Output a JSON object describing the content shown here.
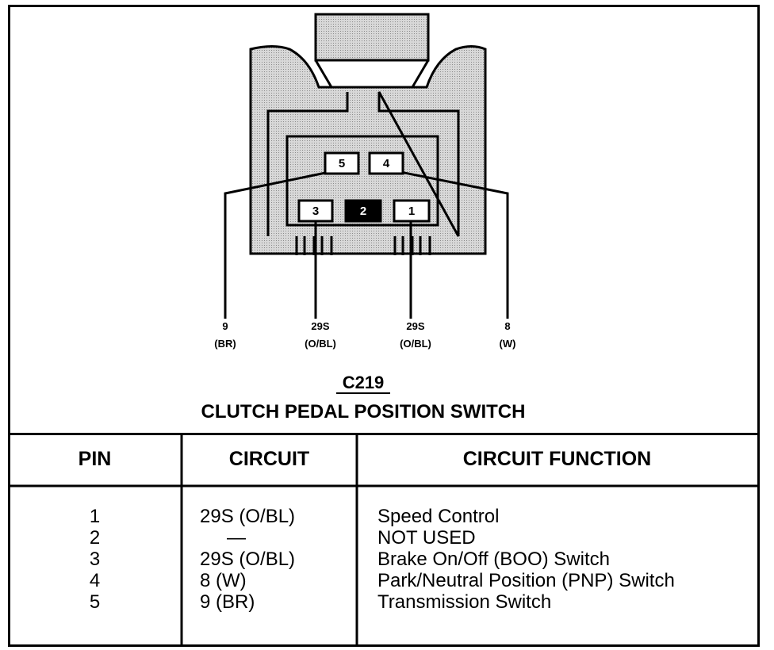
{
  "connector": {
    "id": "C219",
    "title": "CLUTCH PEDAL POSITION SWITCH",
    "pins": [
      {
        "label": "5"
      },
      {
        "label": "4"
      },
      {
        "label": "3"
      },
      {
        "label": "2"
      },
      {
        "label": "1"
      }
    ],
    "wires": [
      {
        "circuit": "9",
        "color": "(BR)"
      },
      {
        "circuit": "29S",
        "color": "(O/BL)"
      },
      {
        "circuit": "29S",
        "color": "(O/BL)"
      },
      {
        "circuit": "8",
        "color": "(W)"
      }
    ]
  },
  "table": {
    "headers": {
      "pin": "PIN",
      "circuit": "CIRCUIT",
      "function": "CIRCUIT FUNCTION"
    },
    "rows": [
      {
        "pin": "1",
        "circuit": "29S (O/BL)",
        "function": "Speed Control"
      },
      {
        "pin": "2",
        "circuit": "—",
        "function": "NOT USED"
      },
      {
        "pin": "3",
        "circuit": "29S (O/BL)",
        "function": "Brake On/Off (BOO) Switch"
      },
      {
        "pin": "4",
        "circuit": "8 (W)",
        "function": "Park/Neutral Position (PNP) Switch"
      },
      {
        "pin": "5",
        "circuit": "9 (BR)",
        "function": "Transmission Switch"
      }
    ]
  },
  "colors": {
    "line": "#000000",
    "body_fill": "#cfcfcf",
    "pin2_fill": "#000000"
  }
}
